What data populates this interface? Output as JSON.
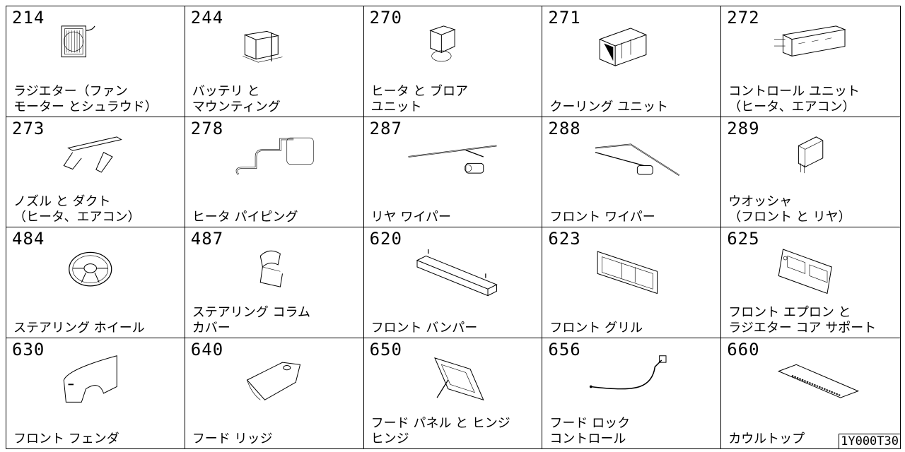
{
  "cells": [
    {
      "code": "214",
      "lines": [
        "ラジエター（ファン",
        "モーター とシュラウド）"
      ],
      "icon": "radiator-icon"
    },
    {
      "code": "244",
      "lines": [
        "バッテリ と",
        "マウンティング"
      ],
      "icon": "battery-icon"
    },
    {
      "code": "270",
      "lines": [
        "ヒータ と ブロア",
        "ユニット"
      ],
      "icon": "heater-blower-icon"
    },
    {
      "code": "271",
      "lines": [
        "クーリング ユニット"
      ],
      "icon": "cooling-unit-icon"
    },
    {
      "code": "272",
      "lines": [
        "コントロール ユニット",
        "（ヒータ、エアコン）"
      ],
      "icon": "control-unit-icon"
    },
    {
      "code": "273",
      "lines": [
        "ノズル と ダクト",
        "（ヒータ、エアコン）"
      ],
      "icon": "nozzle-duct-icon"
    },
    {
      "code": "278",
      "lines": [
        "ヒータ パイピング"
      ],
      "icon": "heater-piping-icon"
    },
    {
      "code": "287",
      "lines": [
        "リヤ ワイパー"
      ],
      "icon": "rear-wiper-icon"
    },
    {
      "code": "288",
      "lines": [
        "フロント ワイパー"
      ],
      "icon": "front-wiper-icon"
    },
    {
      "code": "289",
      "lines": [
        "ウオッシャ",
        "（フロント と リヤ）"
      ],
      "icon": "washer-icon"
    },
    {
      "code": "484",
      "lines": [
        "ステアリング ホイール"
      ],
      "icon": "steering-wheel-icon"
    },
    {
      "code": "487",
      "lines": [
        "ステアリング コラム",
        "カバー"
      ],
      "icon": "column-cover-icon"
    },
    {
      "code": "620",
      "lines": [
        "フロント バンパー"
      ],
      "icon": "bumper-icon"
    },
    {
      "code": "623",
      "lines": [
        "フロント グリル"
      ],
      "icon": "grille-icon"
    },
    {
      "code": "625",
      "lines": [
        "フロント エプロン と",
        "ラジエター コア サポート"
      ],
      "icon": "apron-icon"
    },
    {
      "code": "630",
      "lines": [
        "フロント フェンダ"
      ],
      "icon": "fender-icon"
    },
    {
      "code": "640",
      "lines": [
        "フード リッジ"
      ],
      "icon": "hood-ledge-icon"
    },
    {
      "code": "650",
      "lines": [
        "フード パネル と ヒンジ",
        "ヒンジ"
      ],
      "icon": "hood-panel-icon"
    },
    {
      "code": "656",
      "lines": [
        "フード ロック",
        "コントロール"
      ],
      "icon": "hood-lock-cable-icon"
    },
    {
      "code": "660",
      "lines": [
        "カウルトップ"
      ],
      "icon": "cowl-top-icon"
    }
  ],
  "reference": "1Y000T30"
}
